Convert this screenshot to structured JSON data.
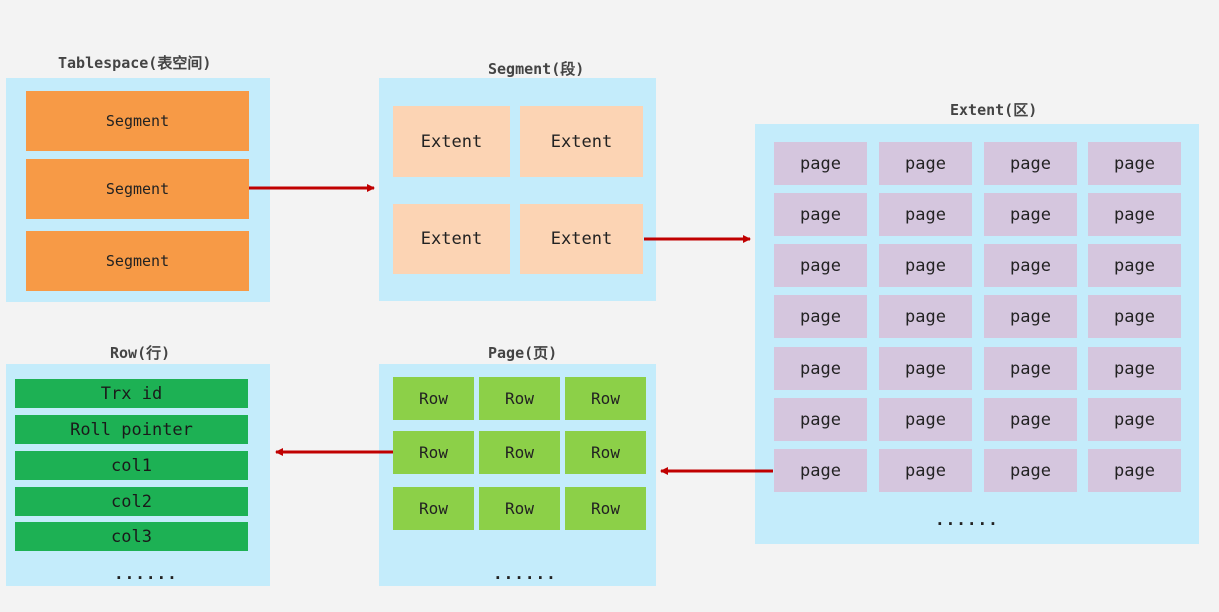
{
  "tablespace": {
    "title": "Tablespace(表空间)",
    "segments": [
      "Segment",
      "Segment",
      "Segment"
    ]
  },
  "segment": {
    "title": "Segment(段)",
    "extents": [
      "Extent",
      "Extent",
      "Extent",
      "Extent"
    ]
  },
  "extent": {
    "title": "Extent(区)",
    "page_label": "page",
    "more": "......"
  },
  "page": {
    "title": "Page(页)",
    "row_label": "Row",
    "more": "......"
  },
  "row": {
    "title": "Row(行)",
    "fields": [
      "Trx id",
      "Roll pointer",
      "col1",
      "col2",
      "col3"
    ],
    "more": "......"
  },
  "colors": {
    "segment": "#f79a46",
    "extent": "#fcd4b4",
    "page": "#d5c6de",
    "row": "#8cd048",
    "field": "#1db154",
    "panel": "#c4ecfb",
    "arrow": "#c00000"
  }
}
